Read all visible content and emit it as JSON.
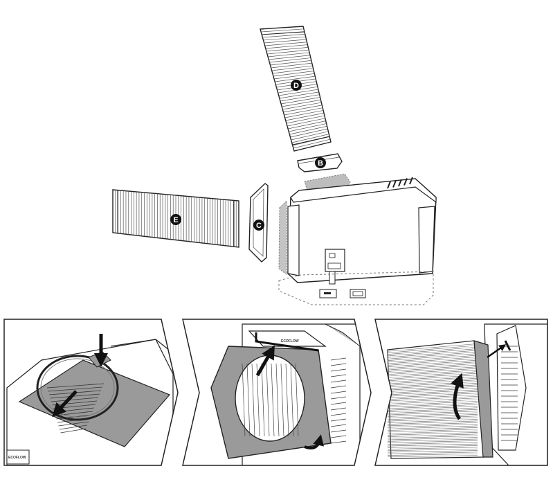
{
  "labels": {
    "d": "D",
    "b": "B",
    "e": "E",
    "c": "C"
  },
  "brand": {
    "panel_one": "ECOFLOW",
    "panel_two": "ECOFLOW"
  },
  "colors": {
    "line": "#222222",
    "panel_fill": "#9a9a9a",
    "marker_fill": "#111111",
    "marker_text": "#ffffff",
    "ghost_fill": "#bdbdbd"
  }
}
